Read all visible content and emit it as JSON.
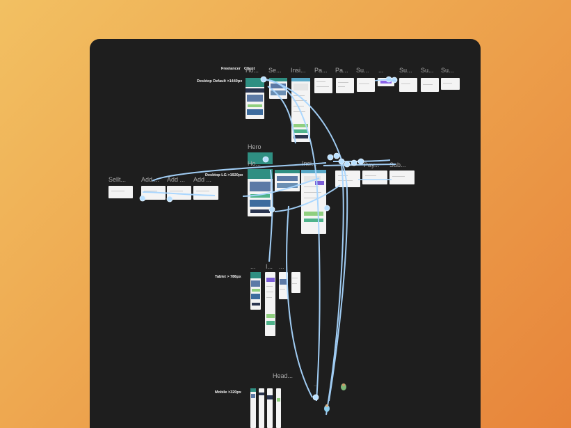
{
  "prototype": {
    "column_labels": [
      "Freelancer",
      "Client"
    ],
    "row_labels": [
      "Desktop Default >1440px",
      "Desktop LG >1920px",
      "Tablet > 786px",
      "Mobile >320px"
    ],
    "frame_titles": {
      "default_row": [
        "Ho...",
        "Se...",
        "Insi...",
        "Pa...",
        "Pa...",
        "Su...",
        "...",
        "Su...",
        "Su...",
        "Su..."
      ],
      "hero": "Hero",
      "lg_home": "Ho...",
      "lg_insight": "Insi...",
      "lg_row": [
        "Sellt...",
        "Add ...",
        "Add ...",
        "Add ...",
        "Pay...",
        "Sub..."
      ],
      "tablet_row": [
        "...",
        "I...",
        "..."
      ],
      "header": "Head...",
      "mobile_dots": "..."
    }
  }
}
